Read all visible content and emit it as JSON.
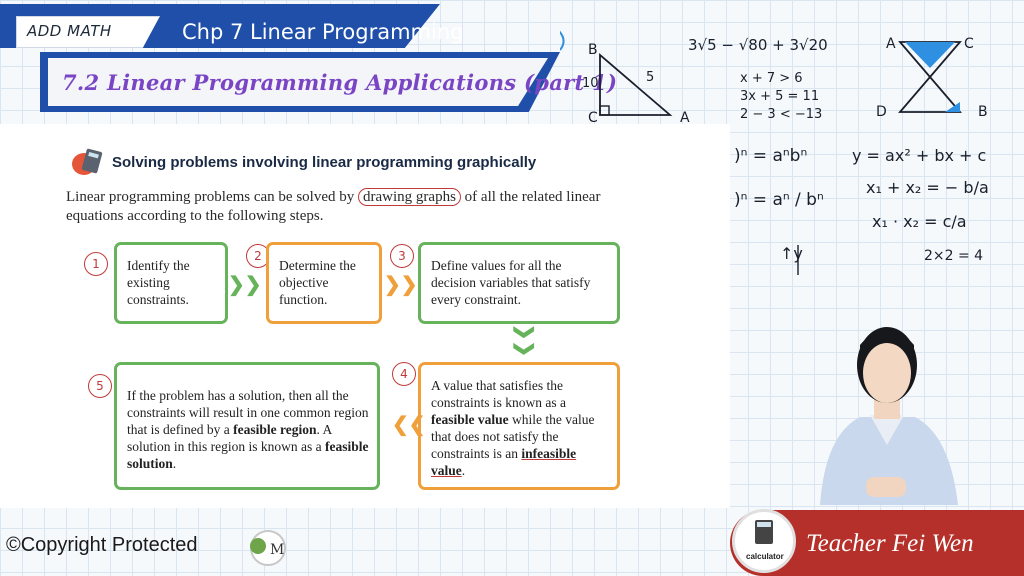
{
  "header": {
    "tag": "ADD MATH",
    "chapter": "Chp 7 Linear Programming",
    "subtitle": "7.2 Linear Programming Applications (part 1)"
  },
  "sketches": {
    "triangle": {
      "b": "B",
      "c": "C",
      "a": "A",
      "side_bc": "10",
      "side_ba": "5"
    },
    "surd": "3√5 − √80 + 3√20",
    "system": [
      "x + 7 > 6",
      "3x + 5 = 11",
      "2 − 3 < −13"
    ],
    "hourglass": {
      "a": "A",
      "c": "C",
      "d": "D",
      "b": "B"
    },
    "formula1": ")ⁿ = aⁿbⁿ",
    "formula2": ")ⁿ = aⁿ / bⁿ",
    "quadratic": "y = ax² + bx + c",
    "sum_roots": "x₁ + x₂ = − b/a",
    "prod_roots": "x₁ · x₂ = c/a",
    "two": "2×2 = 4",
    "axis": "↑y"
  },
  "panel": {
    "title": "Solving problems involving linear programming graphically",
    "intro_a": "Linear programming problems can be solved by ",
    "intro_circled": "drawing graphs",
    "intro_b": " of all the related linear equations according to the following steps.",
    "steps": [
      {
        "num": "1",
        "text": "Identify the existing constraints."
      },
      {
        "num": "2",
        "text": "Determine the objective function."
      },
      {
        "num": "3",
        "text": "Define values for all the decision variables that satisfy every constraint."
      },
      {
        "num": "4",
        "t1": "A value that satisfies the constraints is known as a ",
        "b1": "feasible value",
        "t2": " while the value that does not satisfy the constraints is an ",
        "b2": "infeasible value",
        "t3": "."
      },
      {
        "num": "5",
        "t1": "If the problem has a solution, then all the constraints will result in one common region that is defined by a ",
        "b1": "feasible region",
        "t2": ". A solution in this region is known as a ",
        "b2": "feasible solution",
        "t3": "."
      }
    ]
  },
  "footer": {
    "copyright": "©Copyright Protected",
    "calc_label": "calculator",
    "teacher": "Teacher Fei Wen"
  },
  "colors": {
    "banner": "#1f4fa8",
    "subtitle": "#7a45c4",
    "green": "#67b35b",
    "orange": "#f0a03a",
    "teacher_bar": "#b5302a"
  }
}
